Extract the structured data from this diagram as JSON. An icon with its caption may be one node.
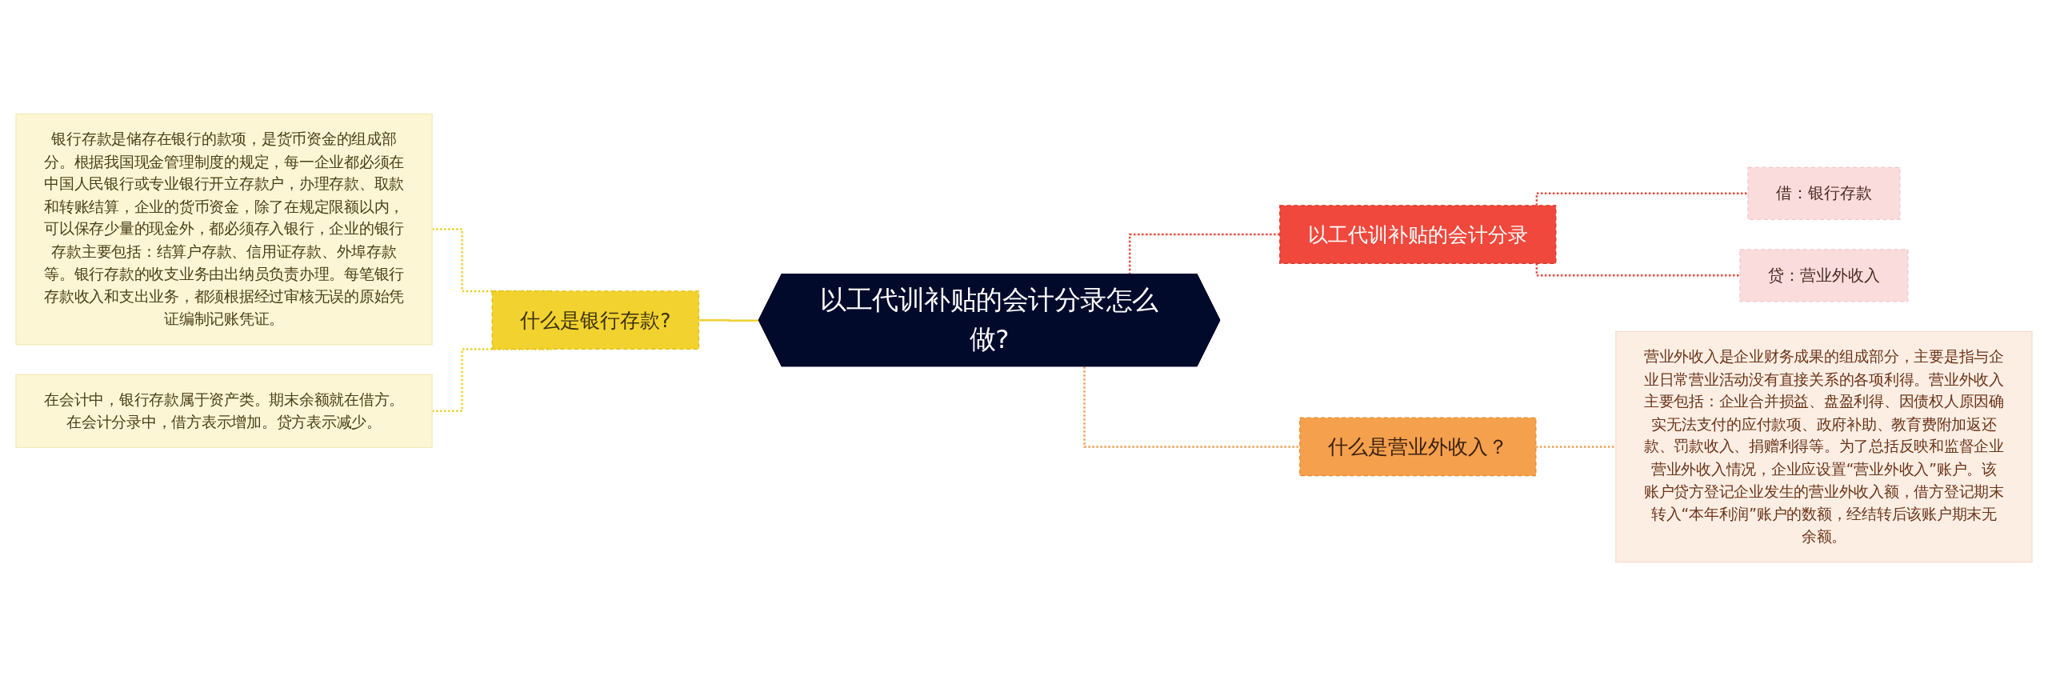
{
  "diagram": {
    "nodes": [
      {
        "text": [
          "以工代训补贴的会计分录怎么做?"
        ]
      },
      {
        "text": [
          "什么是银行存款?"
        ]
      },
      {
        "text": [
          "银行存款是储存在银行的款项，是货币资金的组成部分。根据我国现金管理制度的规定，每一企业都必须在中国人民银行或专业银行开立存款户，办理存款、取款和转账结算，企业的货币资金，除了在规定限额以内，可以保存少量的现金外，都必须存入银行，企业的银行存款主要包括：结算户存款、信用证存款、外埠存款等。银行存款的收支业务由出纳员负责办理。每笔银行存款收入和支出业务，都须根据经过审核无误的原始凭证编制记账凭证。"
        ]
      },
      {
        "text": [
          "在会计中，银行存款属于资产类。期末余额就在借方。在会计分录中，借方表示增加。贷方表示减少。"
        ]
      },
      {
        "text": [
          "以工代训补贴的会计分录"
        ]
      },
      {
        "text": [
          "借：银行存款"
        ]
      },
      {
        "text": [
          "贷：营业外收入"
        ]
      },
      {
        "text": [
          "什么是营业外收入？"
        ]
      },
      {
        "text": [
          "营业外收入是企业财务成果的组成部分，主要是指与企业日常营业活动没有直接关系的各项利得。营业外收入主要包括：企业合并损益、盘盈利得、因债权人原因确实无法支付的应付款项、政府补助、教育费附加返还款、罚款收入、捐赠利得等。为了总括反映和监督企业营业外收入情况，企业应设置“营业外收入”账户。该账户贷方登记企业发生的营业外收入额，借方登记期末转入“本年利润”账户的数额，经结转后该账户期末无余额。"
        ]
      }
    ],
    "edges": [
      {
        "from": 2,
        "to": 1,
        "arrow": "none",
        "style": "dashed",
        "color": "#f0d030"
      },
      {
        "from": 3,
        "to": 1,
        "arrow": "none",
        "style": "dashed",
        "color": "#f0d030"
      },
      {
        "from": 1,
        "to": 0,
        "arrow": "none",
        "color": "#f0d030"
      },
      {
        "from": 0,
        "to": 4,
        "arrow": "none",
        "style": "dashed",
        "color": "#e8473b"
      },
      {
        "from": 0,
        "to": 7,
        "arrow": "none",
        "style": "dashed",
        "color": "#f0a050"
      },
      {
        "from": 4,
        "to": 5,
        "arrow": "none",
        "style": "dashed",
        "color": "#e8473b"
      },
      {
        "from": 4,
        "to": 6,
        "arrow": "none",
        "style": "dashed",
        "color": "#e8473b"
      },
      {
        "from": 7,
        "to": 8,
        "arrow": "none",
        "style": "dashed",
        "color": "#f0a050"
      }
    ]
  }
}
